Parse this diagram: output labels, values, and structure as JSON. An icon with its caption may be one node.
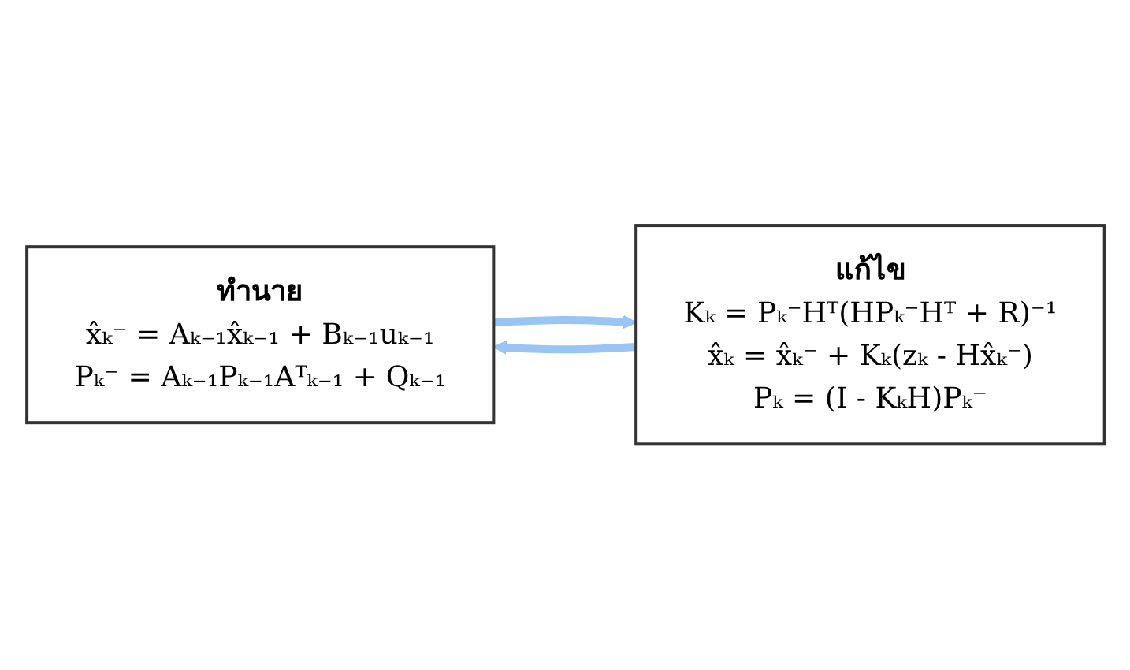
{
  "diagram": {
    "nodes": [
      {
        "text": [
          "ทำนาย",
          "x̂ₖ⁻ = Aₖ₋₁x̂ₖ₋₁ + Bₖ₋₁uₖ₋₁",
          "Pₖ⁻ = Aₖ₋₁Pₖ₋₁Aᵀₖ₋₁ + Qₖ₋₁"
        ]
      },
      {
        "text": [
          "แก้ไข",
          "Kₖ = Pₖ⁻Hᵀ(HPₖ⁻Hᵀ + R)⁻¹",
          "x̂ₖ = x̂ₖ⁻ + Kₖ(zₖ - Hx̂ₖ⁻)",
          "Pₖ = (I - KₖH)Pₖ⁻"
        ]
      }
    ],
    "edges": [
      {
        "from": 0,
        "to": 1,
        "arrow": "to"
      },
      {
        "from": 1,
        "to": 0,
        "arrow": "to"
      }
    ]
  }
}
